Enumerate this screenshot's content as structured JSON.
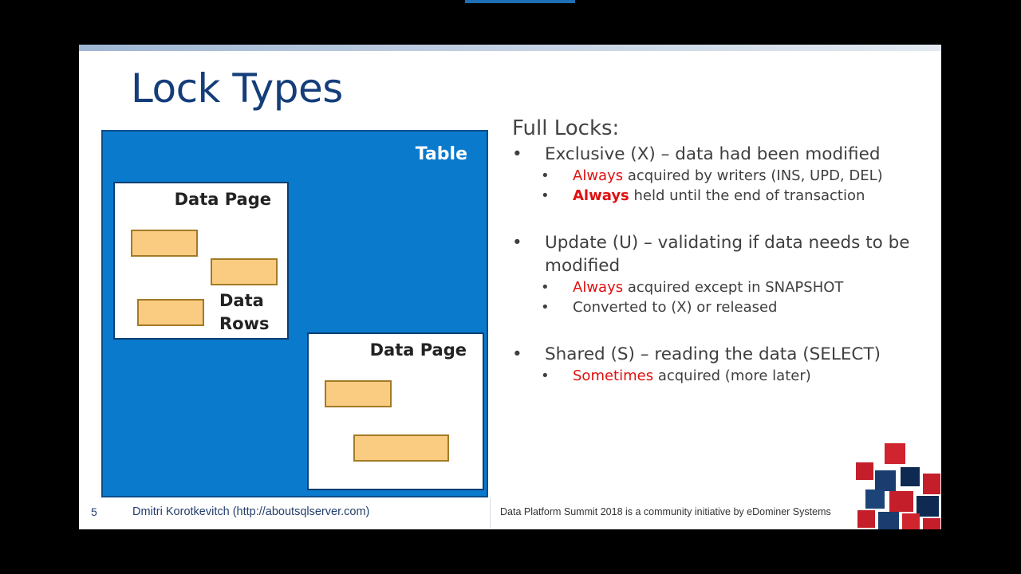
{
  "slide": {
    "title": "Lock Types",
    "diagram": {
      "table_label": "Table",
      "page1_label": "Data Page",
      "page2_label": "Data Page",
      "rows_label_line1": "Data",
      "rows_label_line2": "Rows"
    },
    "content": {
      "heading": "Full Locks:",
      "bullet_char": "•",
      "exclusive": {
        "text": "Exclusive (X) – data had been modified",
        "sub1_red": "Always",
        "sub1_rest": " acquired by writers (INS, UPD, DEL)",
        "sub2_red": "Always",
        "sub2_rest": " held until the end of transaction"
      },
      "update": {
        "text_line1": "Update (U) – validating if data needs to be",
        "text_line2": "modified",
        "sub1_red": "Always",
        "sub1_rest": " acquired except in SNAPSHOT",
        "sub2": "Converted to (X) or released"
      },
      "shared": {
        "text": "Shared (S) – reading the data (SELECT)",
        "sub1_red": "Sometimes",
        "sub1_rest": " acquired (more later)"
      }
    },
    "footer": {
      "page_number": "5",
      "author": "Dmitri Korotkevitch (http://aboutsqlserver.com)",
      "summit": "Data Platform Summit 2018 is a community initiative by eDominer Systems"
    }
  },
  "colors": {
    "title": "#143d7a",
    "table_fill": "#0a7acc",
    "row_fill": "#f9cc82",
    "emphasis_red": "#e01010"
  }
}
